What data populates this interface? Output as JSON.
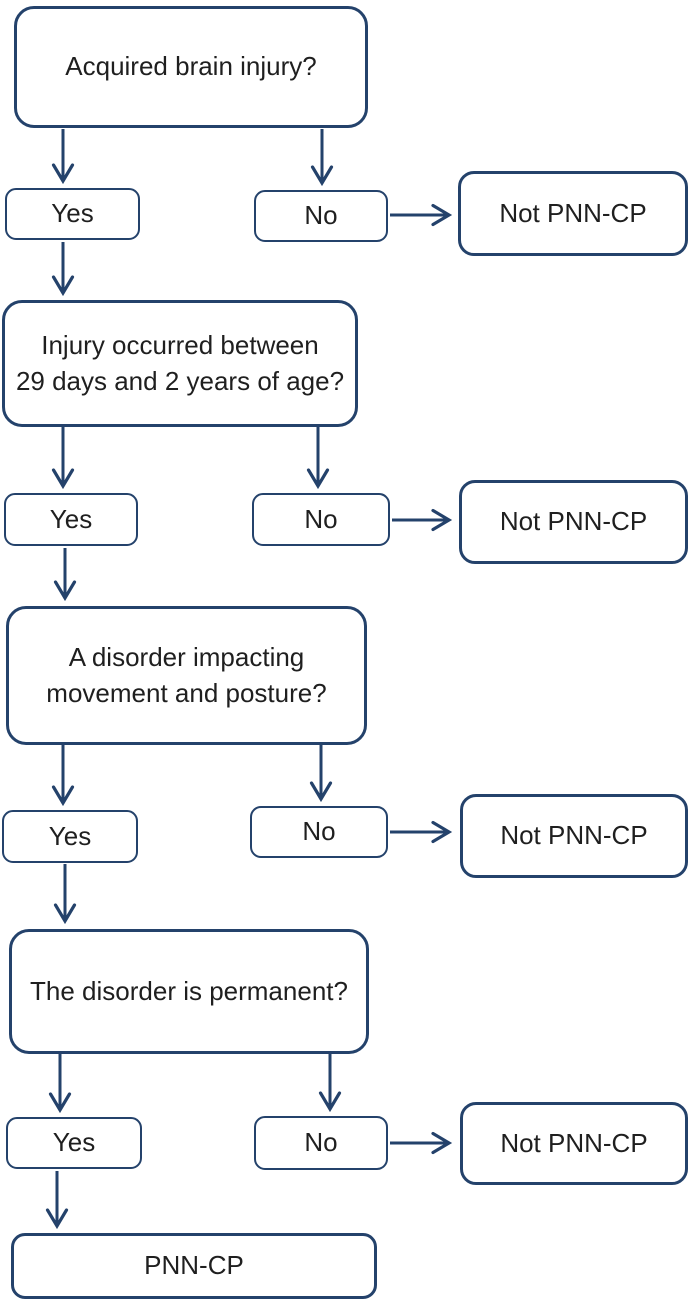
{
  "colors": {
    "line": "#24426b",
    "text": "#1f1f1f",
    "background": "#ffffff"
  },
  "flow": {
    "q1": {
      "label": "Acquired brain injury?",
      "yes": "Yes",
      "no": "No",
      "no_result": "Not PNN-CP"
    },
    "q2": {
      "label": "Injury occurred between\n29 days and 2 years of age?",
      "yes": "Yes",
      "no": "No",
      "no_result": "Not PNN-CP"
    },
    "q3": {
      "label": "A disorder impacting\nmovement and posture?",
      "yes": "Yes",
      "no": "No",
      "no_result": "Not PNN-CP"
    },
    "q4": {
      "label": "The disorder is permanent?",
      "yes": "Yes",
      "no": "No",
      "no_result": "Not PNN-CP"
    },
    "final": {
      "label": "PNN-CP"
    }
  }
}
